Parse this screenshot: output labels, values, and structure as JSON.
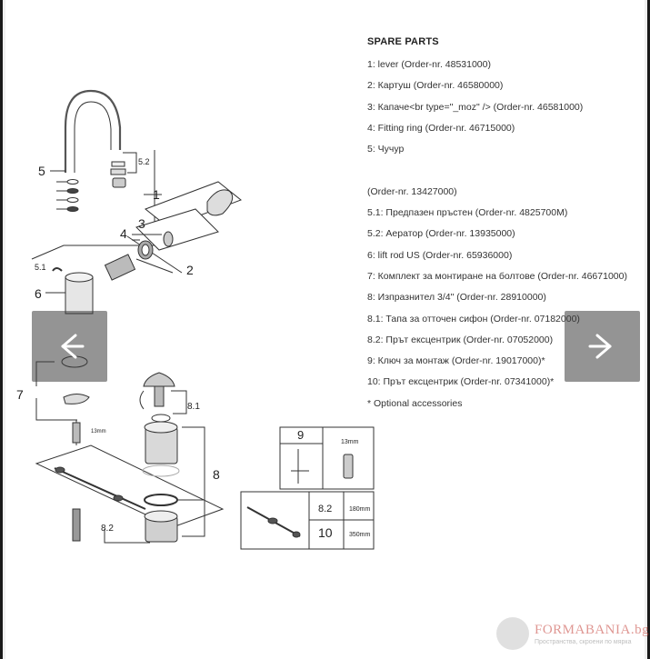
{
  "spare_parts": {
    "title": "SPARE PARTS",
    "items": [
      "1: lever (Order-nr. 48531000)",
      "2: Картуш (Order-nr. 46580000)",
      "3: Капаче<br type=\"_moz\" /> (Order-nr. 46581000)",
      "4: Fitting ring (Order-nr. 46715000)",
      "5: Чучур",
      "",
      " (Order-nr. 13427000)",
      "5.1: Предпазен пръстен (Order-nr. 4825700M)",
      "5.2: Аератор (Order-nr. 13935000)",
      "6: lift rod US (Order-nr. 65936000)",
      "7: Комплект за монтиране на болтове (Order-nr. 46671000)",
      "8: Изпразнител 3/4\" (Order-nr. 28910000)",
      "8.1: Тапа за отточен сифон (Order-nr. 07182000)",
      "8.2: Прът ексцентрик (Order-nr. 07052000)",
      "9: Ключ за монтаж (Order-nr. 19017000)*",
      "10: Прът ексцентрик (Order-nr. 07341000)*",
      "* Optional accessories"
    ]
  },
  "diagram": {
    "callouts": [
      "1",
      "2",
      "3",
      "4",
      "5",
      "5.2",
      "5.1",
      "6",
      "7",
      "8.1",
      "8",
      "8.2"
    ],
    "small_labels": [
      "13mm"
    ],
    "inset_top": {
      "number": "9",
      "size": "13mm"
    },
    "inset_bottom": {
      "row1_number": "8.2",
      "row1_size": "180mm",
      "row2_number": "10",
      "row2_size": "350mm"
    }
  },
  "gallery": {
    "prev_icon": "chevron-left-icon",
    "next_icon": "chevron-right-icon"
  },
  "watermark": {
    "brand": "FORMABANIA.bg",
    "tagline": "Пространства, скроени по мярка"
  }
}
